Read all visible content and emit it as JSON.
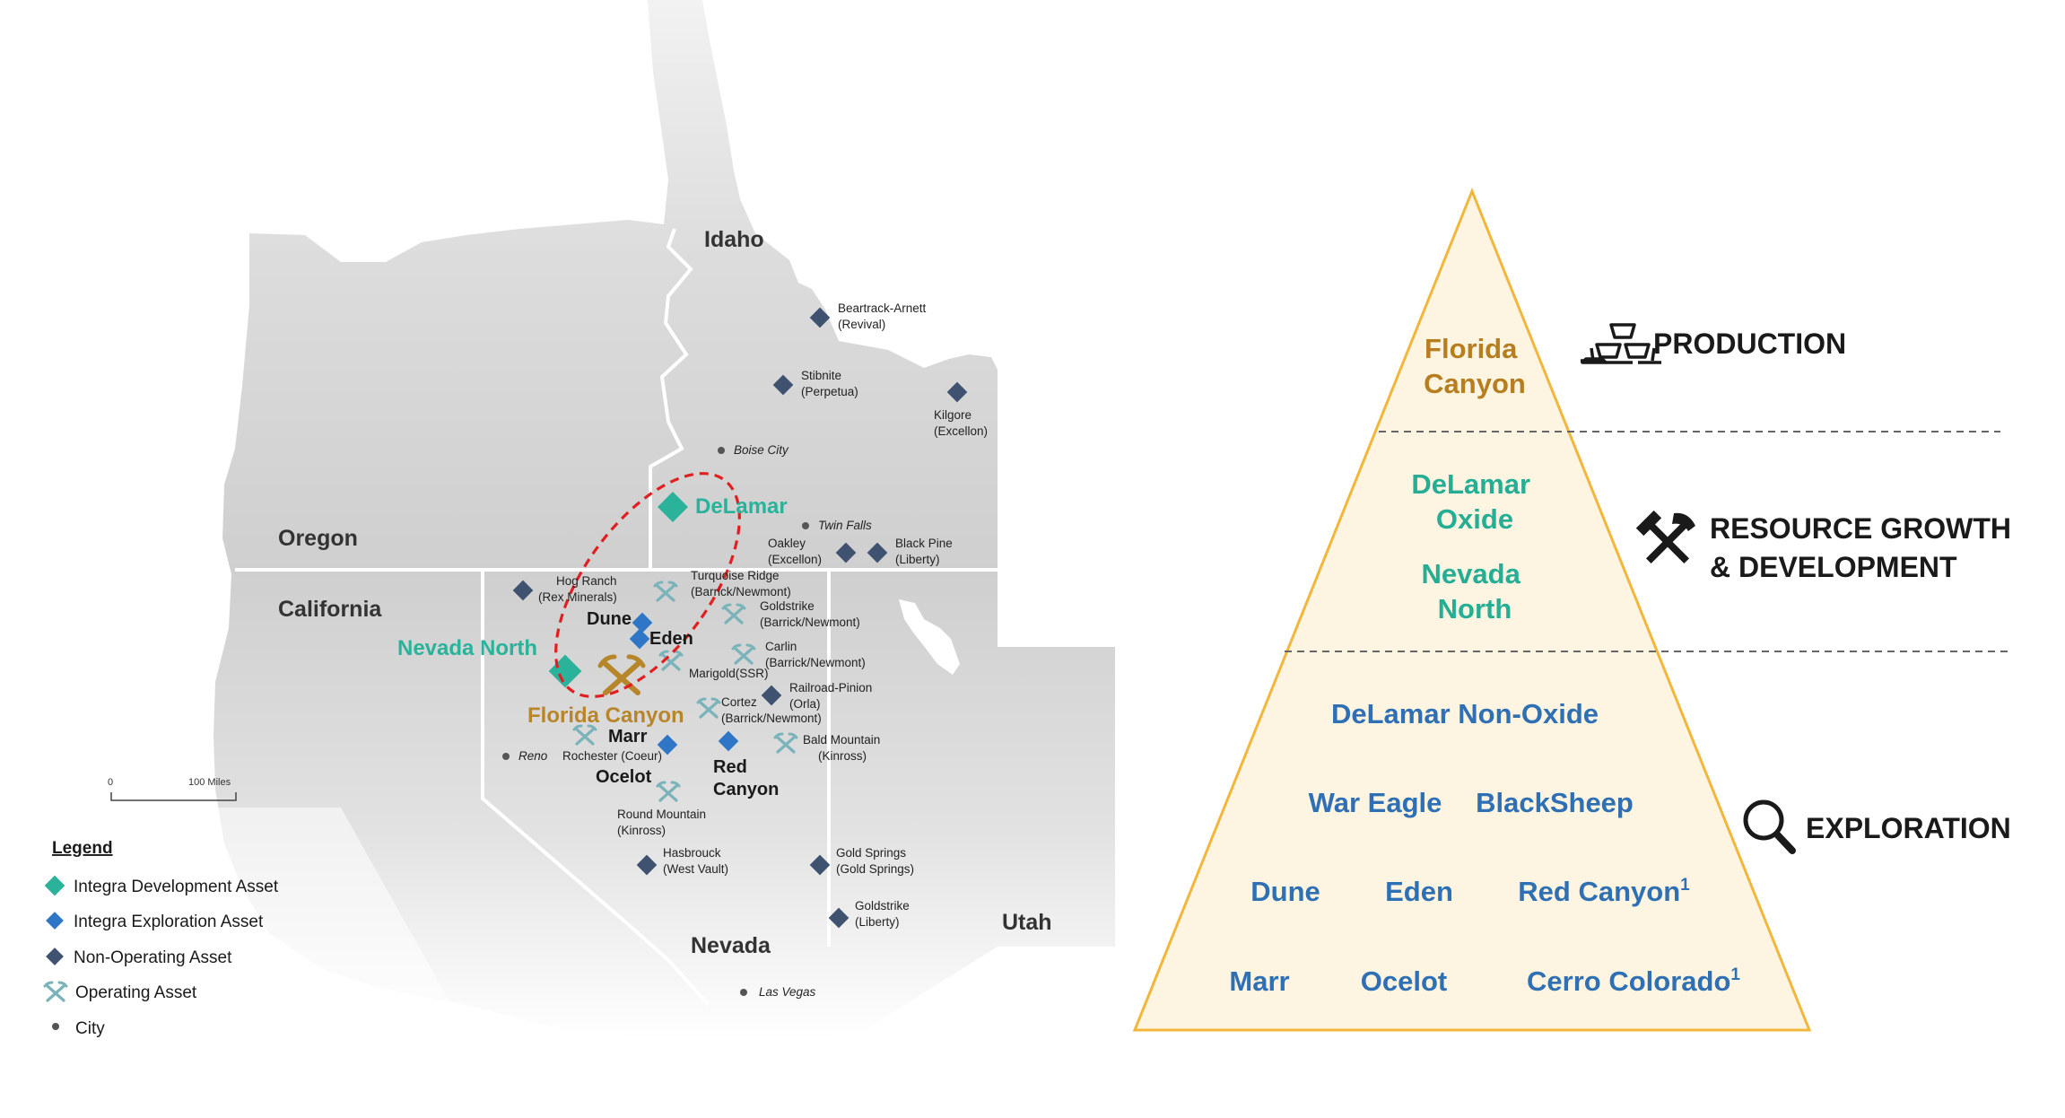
{
  "map": {
    "states": {
      "idaho": "Idaho",
      "oregon": "Oregon",
      "california": "California",
      "nevada": "Nevada",
      "utah": "Utah"
    },
    "cities": {
      "boise": "Boise City",
      "twin_falls": "Twin Falls",
      "reno": "Reno",
      "las_vegas": "Las Vegas"
    },
    "sites": {
      "beartrack": [
        "Beartrack-Arnett",
        "(Revival)"
      ],
      "stibnite": [
        "Stibnite",
        "(Perpetua)"
      ],
      "kilgore": [
        "Kilgore",
        "(Excellon)"
      ],
      "oakley": [
        "Oakley",
        "(Excellon)"
      ],
      "black_pine": [
        "Black Pine",
        "(Liberty)"
      ],
      "hog_ranch": [
        "Hog Ranch",
        "(Rex Minerals)"
      ],
      "turquoise": [
        "Turquoise Ridge",
        "(Barrick/Newmont)"
      ],
      "goldstrike_bn": [
        "Goldstrike",
        "(Barrick/Newmont)"
      ],
      "carlin": [
        "Carlin",
        "(Barrick/Newmont)"
      ],
      "marigold": "Marigold(SSR)",
      "railroad": [
        "Railroad-Pinion",
        "(Orla)"
      ],
      "cortez": [
        "Cortez",
        "(Barrick/Newmont)"
      ],
      "bald_mountain": [
        "Bald Mountain",
        "(Kinross)"
      ],
      "rochester": "Rochester (Coeur)",
      "round_mountain": [
        "Round Mountain",
        "(Kinross)"
      ],
      "hasbrouck": [
        "Hasbrouck",
        "(West Vault)"
      ],
      "gold_springs": [
        "Gold Springs",
        "(Gold Springs)"
      ],
      "goldstrike_lib": [
        "Goldstrike",
        "(Liberty)"
      ]
    },
    "projects": {
      "delamar": "DeLamar",
      "nevada_north": "Nevada North",
      "florida_canyon": "Florida Canyon",
      "dune": "Dune",
      "eden": "Eden",
      "marr": "Marr",
      "ocelot": "Ocelot",
      "red_canyon": [
        "Red",
        "Canyon"
      ]
    },
    "scale": {
      "start": "0",
      "end": "100 Miles"
    },
    "legend": {
      "title": "Legend",
      "items": [
        "Integra Development Asset",
        "Integra Exploration Asset",
        "Non-Operating Asset",
        "Operating Asset",
        "City"
      ]
    }
  },
  "pyramid": {
    "production": {
      "label": "PRODUCTION",
      "assets": [
        "Florida",
        "Canyon"
      ]
    },
    "development": {
      "label": [
        "RESOURCE GROWTH",
        "& DEVELOPMENT"
      ],
      "assets": [
        "DeLamar",
        "Oxide",
        "Nevada",
        "North"
      ]
    },
    "exploration": {
      "label": "EXPLORATION",
      "assets": {
        "row1": "DeLamar Non-Oxide",
        "row2": [
          "War Eagle",
          "BlackSheep"
        ],
        "row3": [
          "Dune",
          "Eden",
          "Red Canyon"
        ],
        "row4": [
          "Marr",
          "Ocelot",
          "Cerro Colorado"
        ],
        "footnote_mark": "1"
      }
    }
  },
  "colors": {
    "development": "#2ab29b",
    "exploration": "#2f77c6",
    "non_operating": "#3f5270",
    "operating": "#7ab3ba",
    "production": "#b8862a",
    "pyramid_fill": "#fdf5e2",
    "pyramid_stroke": "#f2b63b",
    "highlight": "#e02020"
  }
}
